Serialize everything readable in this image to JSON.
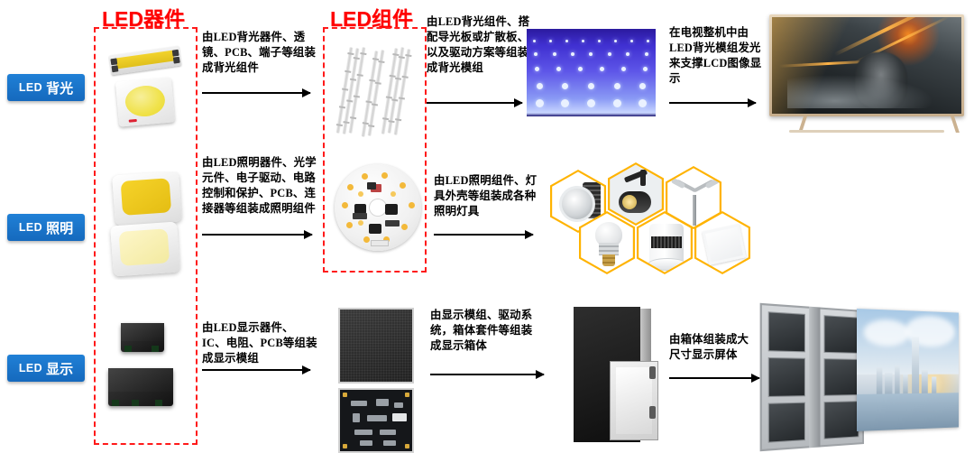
{
  "headers": {
    "devices": "LED器件",
    "components": "LED组件"
  },
  "colors": {
    "header_red": "#ff0000",
    "dashed_red": "#ff1a1a",
    "badge_blue": "#1569bd",
    "hexagon_orange": "#ffb300"
  },
  "rows": [
    {
      "badge_en": "LED",
      "badge_cn": "背光",
      "device_caption": "由LED背光器件、透镜、PCB、端子等组装成背光组件",
      "component_caption": "由LED背光组件、搭配导光板或扩散板、以及驱动方案等组装成背光模组",
      "final_caption": "在电视整机中由LED背光模组发光来支撑LCD图像显示",
      "device_image": "led-backlight-packages",
      "component_image": "led-light-bar-strips",
      "module_image": "direct-lit-backlight-module",
      "final_image": "lcd-television"
    },
    {
      "badge_en": "LED",
      "badge_cn": "照明",
      "device_caption": "由LED照明器件、光学元件、电子驱动、电路控制和保护、PCB、连接器等组装成照明组件",
      "component_caption": "由LED照明组件、灯具外壳等组装成各种照明灯具",
      "device_image": "led-lighting-packages",
      "component_image": "led-light-engine-module",
      "final_image": "lighting-fixtures-hexagons",
      "fixtures": [
        "downlight",
        "track-light",
        "street-light",
        "led-bulb",
        "surface-cylinder-light",
        "flat-panel-light"
      ]
    },
    {
      "badge_en": "LED",
      "badge_cn": "显示",
      "device_caption": "由LED显示器件、IC、电阻、PCB等组装成显示模组",
      "component_caption": "由显示模组、驱动系统，箱体套件等组装成显示箱体",
      "final_caption": "由箱体组装成大尺寸显示屏体",
      "device_image": "led-display-packages",
      "component_image": "led-display-module-and-pcb",
      "module_image": "led-display-cabinet",
      "final_image": "large-led-video-wall"
    }
  ]
}
